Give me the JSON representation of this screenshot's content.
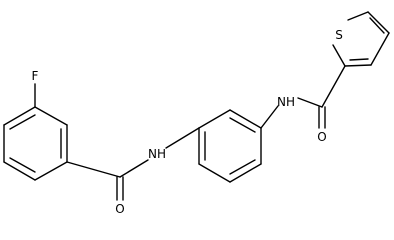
{
  "atom_labels": {
    "fluorine": "F",
    "amide_nh_left": "NH",
    "amide_o_left": "O",
    "amide_nh_right": "NH",
    "amide_o_right": "O",
    "thiophene_s": "S"
  }
}
